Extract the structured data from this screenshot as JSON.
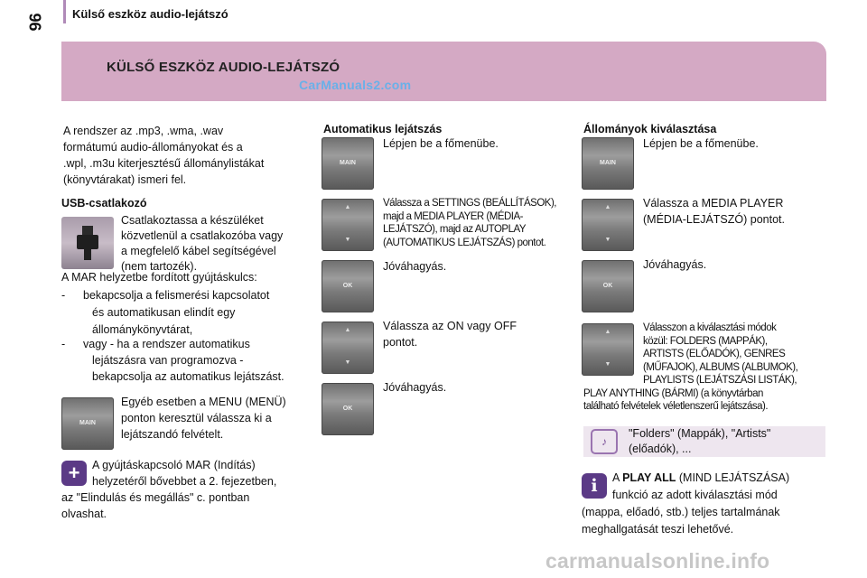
{
  "header": {
    "title": "Külső eszköz audio-lejátszó",
    "page_number": "96"
  },
  "banner": {
    "title": "KÜLSŐ ESZKÖZ AUDIO-LEJÁTSZÓ",
    "watermark": "CarManuals2.com"
  },
  "col1": {
    "intro": [
      "A rendszer az .mp3, .wma, .wav",
      "formátumú audio-állományokat és a",
      ".wpl, .m3u kiterjesztésű állománylistákat",
      "(könyvtárakat) ismeri fel."
    ],
    "usb_heading": "USB-csatlakozó",
    "usb_text": [
      "Csatlakoztassa a készüléket",
      "közvetlenül a csatlakozóba vagy",
      "a megfelelő kábel segítségével",
      "(nem tartozék)."
    ],
    "ignition_text": "A MAR helyzetbe fordított gyújtáskulcs:",
    "bullet1": [
      "bekapcsolja a felismerési kapcsolatot",
      "és automatikusan elindít egy",
      "állománykönyvtárat,"
    ],
    "bullet2": [
      "vagy - ha a rendszer automatikus",
      "lejátszásra van programozva -",
      "bekapcsolja az automatikus lejátszást."
    ],
    "bullet_marker": "-",
    "other_text": [
      "Egyéb esetben a MENU (MENÜ)",
      "ponton keresztül válassza ki a",
      "lejátszandó felvételt."
    ],
    "note_text": [
      "A gyújtáskapcsoló MAR (Indítás)",
      "helyzetéről bővebbet a 2. fejezetben,",
      "az \"Elindulás és megállás\" c. pontban",
      "olvashat."
    ]
  },
  "col2": {
    "heading": "Automatikus lejátszás",
    "step1": "Lépjen be a főmenübe.",
    "step2": [
      "Válassza a SETTINGS (BEÁLLÍTÁSOK),",
      "majd a MEDIA PLAYER (MÉDIA-",
      "LEJÁTSZÓ), majd az AUTOPLAY",
      "(AUTOMATIKUS LEJÁTSZÁS) pontot."
    ],
    "step3": "Jóváhagyás.",
    "step4": [
      "Válassza az ON vagy OFF",
      "pontot."
    ],
    "step5": "Jóváhagyás."
  },
  "col3": {
    "heading": "Állományok kiválasztása",
    "step1": "Lépjen be a főmenübe.",
    "step2": [
      "Válassza a MEDIA PLAYER",
      "(MÉDIA-LEJÁTSZÓ) pontot."
    ],
    "step3": "Jóváhagyás.",
    "step4": [
      "Válasszon a kiválasztási módok",
      "közül: FOLDERS (MAPPÁK),",
      "ARTISTS (ELŐADÓK), GENRES",
      "(MŰFAJOK), ALBUMS (ALBUMOK),",
      "PLAYLISTS (LEJÁTSZÁSI LISTÁK),",
      "PLAY ANYTHING (BÁRMI) (a könyvtárban",
      "található felvételek véletlenszerű lejátszása)."
    ],
    "folders_note": [
      "\"Folders\" (Mappák), \"Artists\"",
      "(előadók), ..."
    ],
    "playall_prefix": "A ",
    "playall_bold": "PLAY ALL",
    "playall_suffix": " (MIND LEJÁTSZÁSA)",
    "playall_rest": [
      "funkció az adott kiválasztási mód",
      "(mappa, előadó, stb.) teljes tartalmának",
      "meghallgatását teszi lehetővé."
    ]
  },
  "buttons": {
    "main_label": "MAIN",
    "ok_label": "OK",
    "up_arrow": "▲",
    "down_arrow": "▼"
  },
  "footer": {
    "watermark": "carmanualsonline.info"
  }
}
